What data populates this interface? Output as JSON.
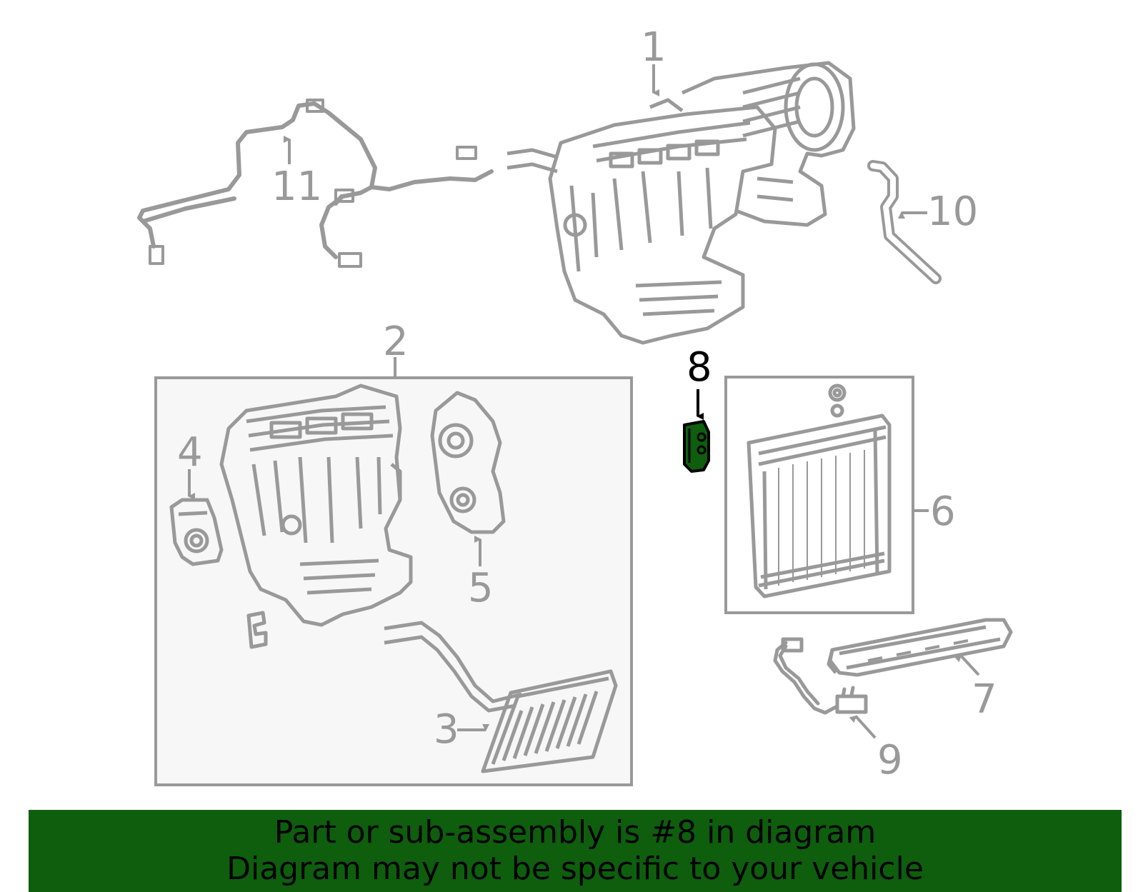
{
  "callouts": {
    "c1": "1",
    "c2": "2",
    "c3": "3",
    "c4": "4",
    "c5": "5",
    "c6": "6",
    "c7": "7",
    "c8": "8",
    "c9": "9",
    "c10": "10",
    "c11": "11"
  },
  "highlight": {
    "part": "8",
    "color": "#0e5e0e"
  },
  "banner": {
    "line1": "Part or sub-assembly is #8 in diagram",
    "line2": "Diagram may not be specific to your vehicle",
    "background": "#0e5e0e"
  },
  "colors": {
    "line": "#999999",
    "box_fill": "#f7f7f7",
    "highlight_fill": "#0e5e0e"
  }
}
